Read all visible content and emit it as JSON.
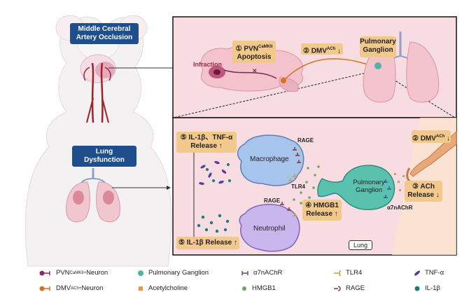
{
  "labels": {
    "mcao": "Middle Cerebral Artery Occlusion",
    "lung_dysfunction": "Lung Dysfunction",
    "infraction": "Infraction",
    "pvn_apoptosis_prefix": "① PVN",
    "pvn_sup": "CaMKII",
    "apoptosis": "Apoptosis",
    "dmv_top_prefix": "② DMV",
    "dmv_sup": "ACh",
    "down_arrow": "↓",
    "up_arrow": "↑",
    "pulmonary_ganglion_top": "Pulmonary Ganglion",
    "cytokine_release_1": "⑤ IL-1β、TNF-α",
    "cytokine_release_2": "Release",
    "macrophage": "Macrophage",
    "neutrophil": "Neutrophil",
    "rage": "RAGE",
    "tlr4": "TLR4",
    "pulmonary_ganglion_bottom": "Pulmonary Ganglion",
    "hmgb1_1": "④ HMGB1",
    "hmgb1_2": "Release",
    "ach_release_1": "③ ACh",
    "ach_release_2": "Release",
    "a7nachr": "α7nAChR",
    "il1b_release": "⑤ IL-1β Release",
    "lung": "Lung"
  },
  "legend": [
    {
      "icon": "pvn-neuron-icon",
      "label": "PVN",
      "sup": "CaMKII+",
      "suffix": " Neuron",
      "color": "#8b2a6b"
    },
    {
      "icon": "pulmonary-ganglion-icon",
      "label": "Pulmonary Ganglion",
      "color": "#4fb3a3"
    },
    {
      "icon": "a7nachr-icon",
      "label": "α7nAChR",
      "color": "#3a5a8c"
    },
    {
      "icon": "tlr4-icon",
      "label": "TLR4",
      "color": "#c4a23a"
    },
    {
      "icon": "tnf-alpha-icon",
      "label": "TNF-α",
      "color": "#5a3aa0"
    },
    {
      "icon": "dmv-neuron-icon",
      "label": "DMV",
      "sup": "ACh+",
      "suffix": " Neuron",
      "color": "#d9731c"
    },
    {
      "icon": "acetylcholine-icon",
      "label": "Acetylcholine",
      "color": "#e39a4a"
    },
    {
      "icon": "hmgb1-icon",
      "label": "HMGB1",
      "color": "#6aab5a"
    },
    {
      "icon": "rage-icon",
      "label": "RAGE",
      "color": "#7a3a3a"
    },
    {
      "icon": "il1b-icon",
      "label": "IL-1β",
      "color": "#1f7a7a"
    }
  ]
}
